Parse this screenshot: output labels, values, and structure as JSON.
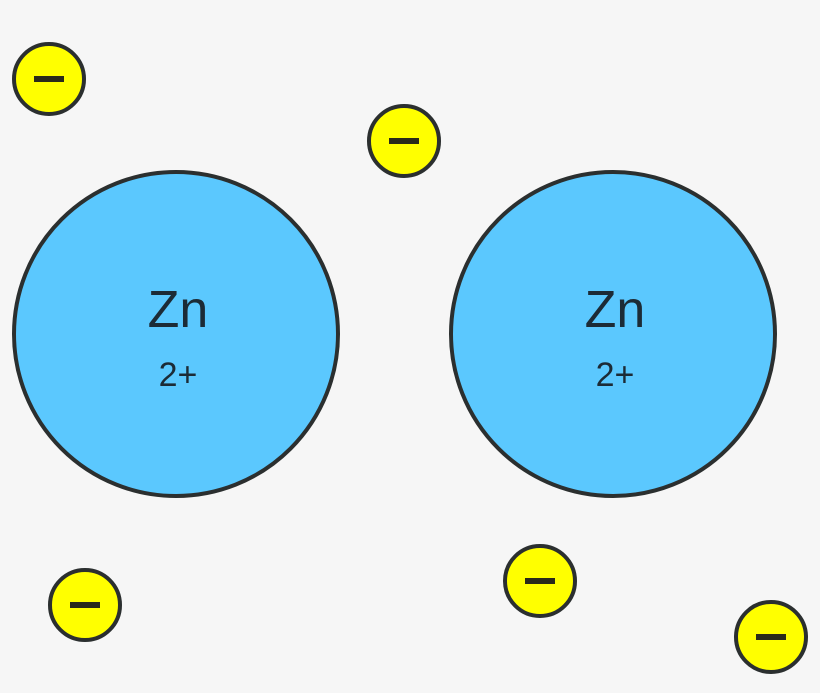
{
  "colors": {
    "background": "#f6f6f6",
    "ion_fill": "#5bc8fe",
    "electron_fill": "#ffff00",
    "stroke": "#2b2f2f"
  },
  "ions": [
    {
      "symbol": "Zn",
      "charge": "2+"
    },
    {
      "symbol": "Zn",
      "charge": "2+"
    }
  ],
  "electrons": [
    {
      "sign-icon": "minus-icon"
    },
    {
      "sign-icon": "minus-icon"
    },
    {
      "sign-icon": "minus-icon"
    },
    {
      "sign-icon": "minus-icon"
    },
    {
      "sign-icon": "minus-icon"
    }
  ]
}
